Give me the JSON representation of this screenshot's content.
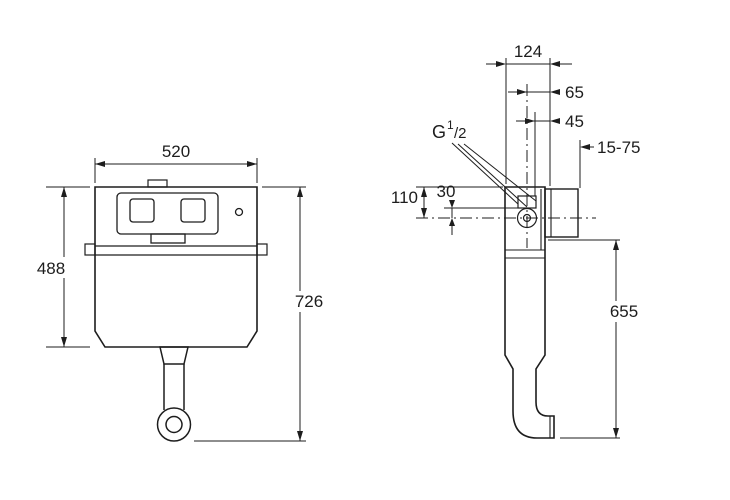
{
  "front_view": {
    "width": "520",
    "body_height": "488",
    "total_height": "726"
  },
  "side_view": {
    "depth": "124",
    "inlet_offset": "65",
    "valve_offset": "45",
    "wall_range": "15-75",
    "top_offset": "110",
    "inlet_spacing": "30",
    "outlet_height": "655",
    "thread": {
      "g": "G",
      "sup": "1",
      "rest": "/2"
    }
  },
  "colors": {
    "ink": "#1d1d1d",
    "paper": "#ffffff"
  }
}
